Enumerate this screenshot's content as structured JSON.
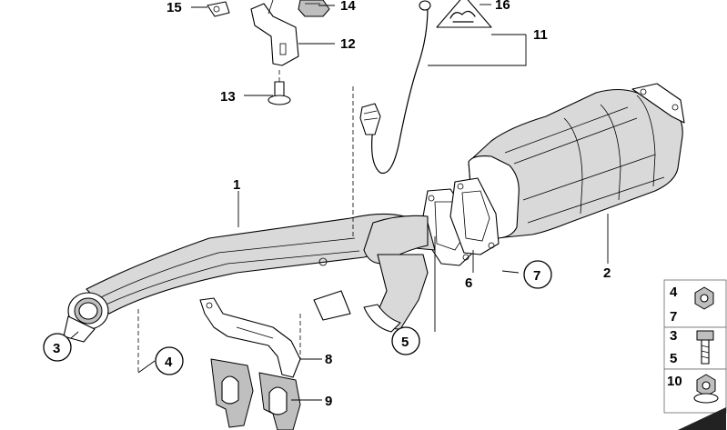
{
  "callouts": {
    "c1": "1",
    "c2": "2",
    "c3": "3",
    "c4": "4",
    "c5": "5",
    "c6": "6",
    "c7": "7",
    "c8": "8",
    "c9": "9",
    "c11": "11",
    "c12": "12",
    "c13": "13",
    "c14": "14",
    "c15": "15",
    "c16": "16"
  },
  "legend": {
    "row1_top": "4",
    "row1_bottom": "7",
    "row2_top": "3",
    "row2_bottom": "5",
    "row3": "10"
  }
}
